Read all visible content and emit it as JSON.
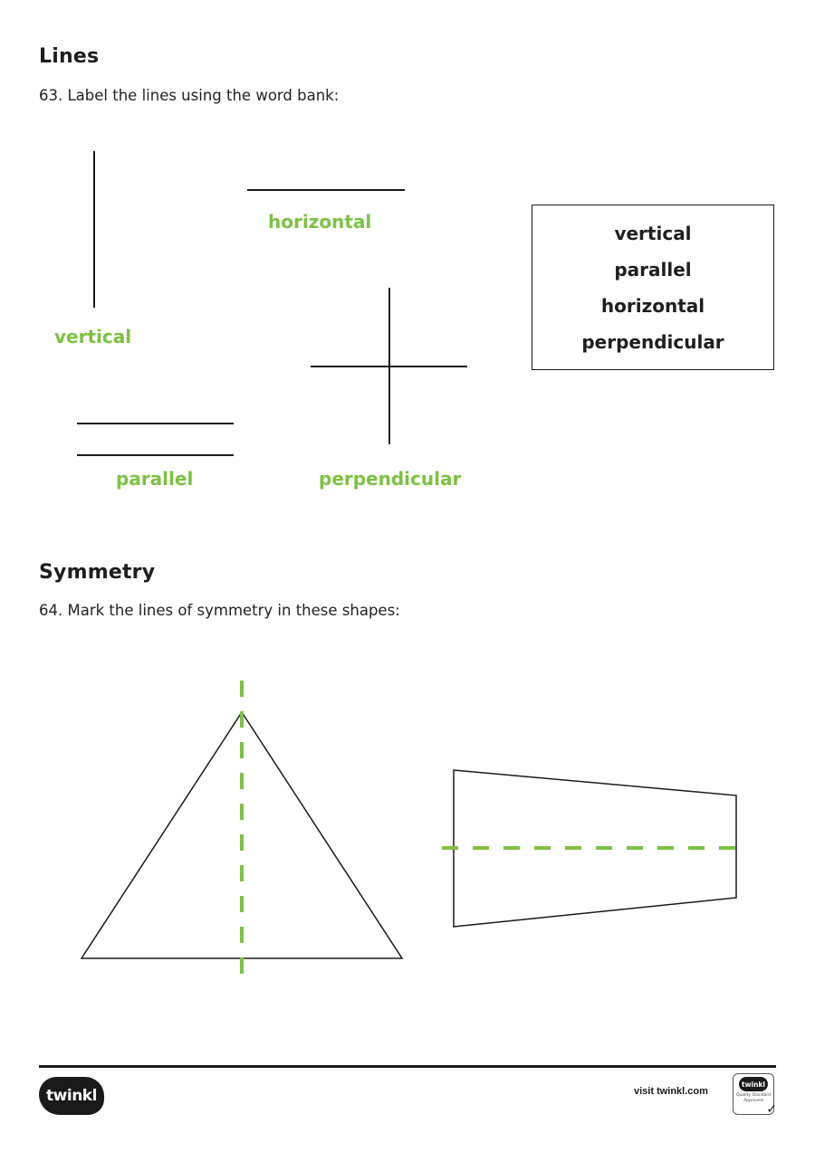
{
  "lines_section": {
    "heading": "Lines",
    "question": "63. Label the lines using the word bank:",
    "answers": {
      "vertical": "vertical",
      "horizontal": "horizontal",
      "parallel": "parallel",
      "perpendicular": "perpendicular"
    },
    "word_bank": [
      "vertical",
      "parallel",
      "horizontal",
      "perpendicular"
    ]
  },
  "symmetry_section": {
    "heading": "Symmetry",
    "question": "64. Mark the lines of symmetry in these shapes:"
  },
  "footer": {
    "logo_text": "twinkl",
    "visit_text": "visit twinkl.com",
    "badge_logo": "twinkl",
    "badge_caption": "Quality Standard Approved"
  },
  "colors": {
    "answer_green": "#7cc242",
    "ink": "#1a1a1a"
  }
}
